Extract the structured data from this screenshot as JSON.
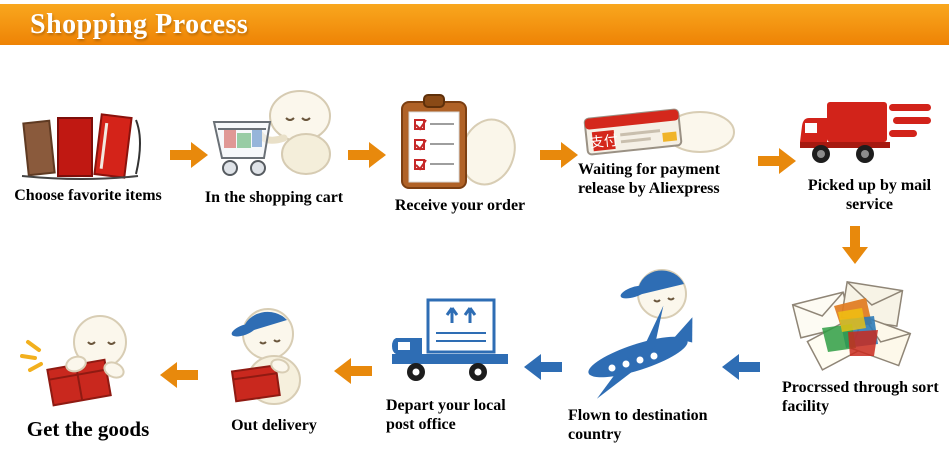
{
  "header": {
    "title": "Shopping Process",
    "bg_color": "#EE8305",
    "text_color": "#FFFFFF"
  },
  "steps": [
    {
      "label": "Choose favorite items",
      "icon": "favorite-items-icon"
    },
    {
      "label": "In the shopping cart",
      "icon": "shopping-cart-icon"
    },
    {
      "label": "Receive your order",
      "icon": "order-clipboard-icon"
    },
    {
      "label": "Waiting for payment release by Aliexpress",
      "icon": "payment-card-icon"
    },
    {
      "label": "Picked up by mail service",
      "icon": "mail-truck-icon"
    },
    {
      "label": "Procrssed through sort facility",
      "icon": "sort-parcels-icon"
    },
    {
      "label": "Flown to destination country",
      "icon": "airplane-icon"
    },
    {
      "label": "Depart your local post office",
      "icon": "post-truck-icon"
    },
    {
      "label": "Out delivery",
      "icon": "delivery-courier-icon"
    },
    {
      "label": "Get  the goods",
      "icon": "goods-received-icon"
    }
  ],
  "payment_card_text": "支付",
  "arrows": [
    {
      "name": "arrow-1",
      "direction": "right",
      "color": "#E8890C"
    },
    {
      "name": "arrow-2",
      "direction": "right",
      "color": "#E8890C"
    },
    {
      "name": "arrow-3",
      "direction": "right",
      "color": "#E8890C"
    },
    {
      "name": "arrow-4",
      "direction": "right",
      "color": "#E8890C"
    },
    {
      "name": "arrow-5",
      "direction": "down",
      "color": "#E8890C"
    },
    {
      "name": "arrow-6",
      "direction": "left",
      "color": "#2E6DB4"
    },
    {
      "name": "arrow-7",
      "direction": "left",
      "color": "#2E6DB4"
    },
    {
      "name": "arrow-8",
      "direction": "left",
      "color": "#E8890C"
    },
    {
      "name": "arrow-9",
      "direction": "left",
      "color": "#E8890C"
    }
  ],
  "colors": {
    "accent_orange": "#E8890C",
    "accent_blue": "#2E6DB4",
    "accent_red": "#C9281E",
    "page_bg": "#FFFFFF"
  }
}
